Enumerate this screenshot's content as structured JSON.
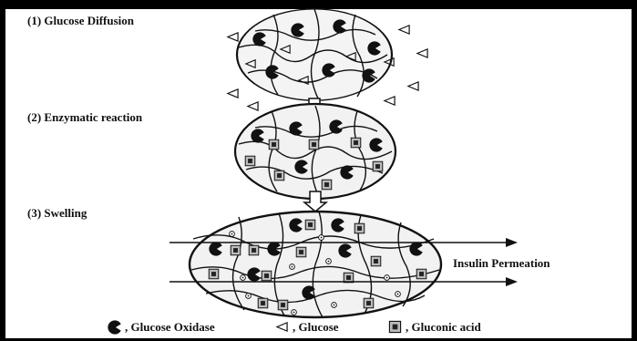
{
  "steps": [
    {
      "label": "(1) Glucose Diffusion"
    },
    {
      "label": "(2) Enzymatic reaction"
    },
    {
      "label": "(3) Swelling"
    }
  ],
  "permeation_label": "Insulin Permeation",
  "legend": [
    {
      "symbol": "glucose-oxidase-icon",
      "label": ", Glucose Oxidase"
    },
    {
      "symbol": "glucose-icon",
      "label": ", Glucose"
    },
    {
      "symbol": "gluconic-acid-icon",
      "label": ", Gluconic acid"
    }
  ],
  "colors": {
    "ink": "#111111",
    "frame": "#000000",
    "background": "#ffffff"
  }
}
